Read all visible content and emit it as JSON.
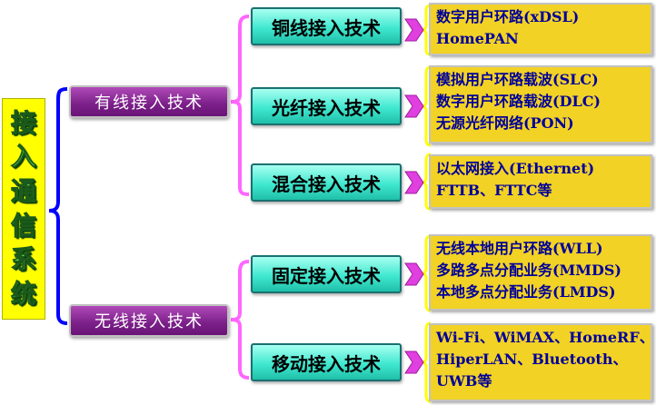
{
  "root": {
    "chars": [
      "接",
      "入",
      "通",
      "信",
      "系",
      "统"
    ]
  },
  "wired": {
    "label": "有线接入技术",
    "children": [
      {
        "label": "铜线接入技术",
        "items": [
          "数字用户环路(xDSL)",
          "HomePAN"
        ]
      },
      {
        "label": "光纤接入技术",
        "items": [
          "模拟用户环路载波(SLC)",
          "数字用户环路载波(DLC)",
          "无源光纤网络(PON)"
        ]
      },
      {
        "label": "混合接入技术",
        "items": [
          "以太网接入(Ethernet)",
          "FTTB、FTTC等"
        ]
      }
    ]
  },
  "wireless": {
    "label": "无线接入技术",
    "children": [
      {
        "label": "固定接入技术",
        "items": [
          "无线本地用户环路(WLL)",
          "多路多点分配业务(MMDS)",
          "本地多点分配业务(LMDS)"
        ]
      },
      {
        "label": "移动接入技术",
        "items": [
          "Wi-Fi、WiMAX、HomeRF、",
          "HiperLAN、Bluetooth、",
          "UWB等"
        ]
      }
    ]
  },
  "colors": {
    "root_fill": "#ffff00",
    "level1_fill": "#7a1f88",
    "level2_fill": "#40e8d0",
    "level3_fill": "#f2d224",
    "brace_outer": "#0000ff",
    "brace_inner": "#ff66ff",
    "brace_leaf": "#ffff00"
  }
}
